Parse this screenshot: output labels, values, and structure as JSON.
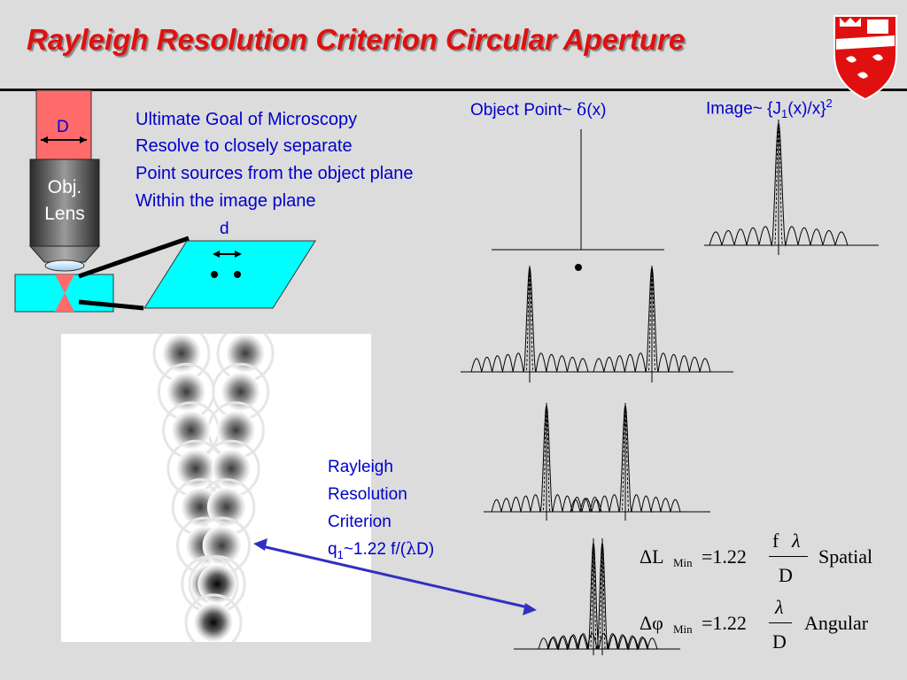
{
  "title": "Rayleigh Resolution Criterion Circular Aperture",
  "colors": {
    "title": "#e01010",
    "text_blue": "#0000cc",
    "aperture": "#ff6b6b",
    "plane": "#00ffff",
    "arrow": "#3030c0"
  },
  "logo": {
    "icon": "university-crest-icon"
  },
  "microscope": {
    "aperture_label": "D",
    "objective_label_1": "Obj.",
    "objective_label_2": "Lens",
    "image_spacing_label": "d"
  },
  "goal_lines": [
    "Ultimate Goal of Microscopy",
    "Resolve to closely separate",
    "Point sources from the object plane",
    "Within the image plane"
  ],
  "object_point": {
    "prefix": "Object Point~ ",
    "symbol": "δ",
    "suffix": "(x)"
  },
  "image_formula": {
    "prefix": "Image~ {J",
    "sub": "1",
    "mid": "(x)/x}",
    "sup": "2"
  },
  "criterion": {
    "line1": "Rayleigh",
    "line2": "Resolution",
    "line3": "Criterion",
    "q": "q",
    "q_sub": "1",
    "formula_a": "~1.22 f/(",
    "lambda": "λ",
    "formula_b": "D)"
  },
  "equations": {
    "spatial": {
      "delta": "ΔL",
      "sub": "Min",
      "eq": "=1.22",
      "num_f": "f",
      "num_l": "λ",
      "den": "D",
      "label": "Spatial"
    },
    "angular": {
      "delta": "Δφ",
      "sub": "Min",
      "eq": "=1.22",
      "num": "λ",
      "den": "D",
      "label": "Angular"
    }
  },
  "airy_image": {
    "pairs": 8
  }
}
